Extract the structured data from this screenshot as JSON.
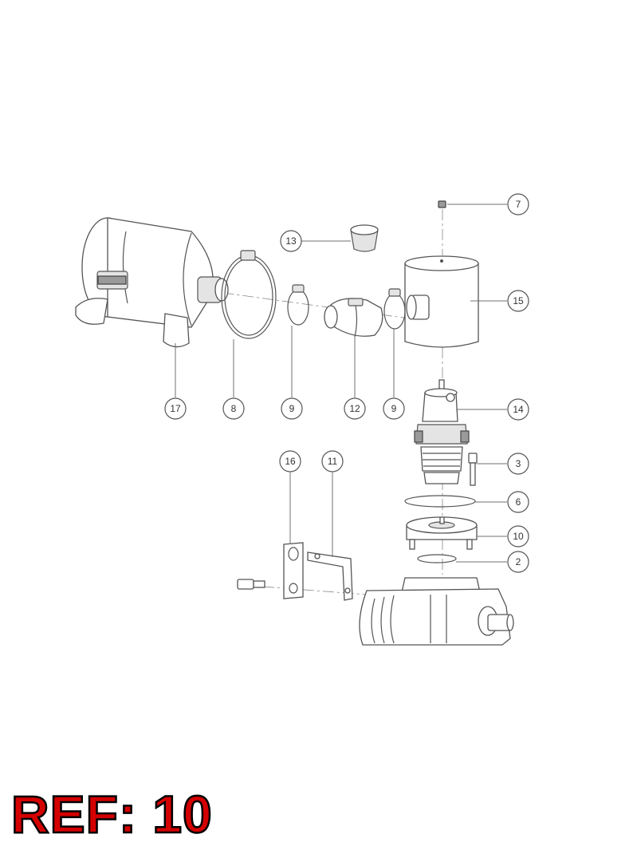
{
  "callouts": [
    {
      "id": "c7",
      "label": "7",
      "part": "cap-nut"
    },
    {
      "id": "c13",
      "label": "13",
      "part": "rubber-cap"
    },
    {
      "id": "c15",
      "label": "15",
      "part": "silencer-body"
    },
    {
      "id": "c17",
      "label": "17",
      "part": "air-filter"
    },
    {
      "id": "c8",
      "label": "8",
      "part": "large-clamp-ring"
    },
    {
      "id": "c9a",
      "label": "9",
      "part": "hose-clamp"
    },
    {
      "id": "c12",
      "label": "12",
      "part": "elbow-hose"
    },
    {
      "id": "c9b",
      "label": "9",
      "part": "hose-clamp"
    },
    {
      "id": "c14",
      "label": "14",
      "part": "unloader-valve"
    },
    {
      "id": "c16",
      "label": "16",
      "part": "flat-bracket"
    },
    {
      "id": "c11",
      "label": "11",
      "part": "angle-bracket"
    },
    {
      "id": "c3",
      "label": "3",
      "part": "cap-screw"
    },
    {
      "id": "c6",
      "label": "6",
      "part": "o-ring"
    },
    {
      "id": "c10",
      "label": "10",
      "part": "adapter-flange"
    },
    {
      "id": "c2",
      "label": "2",
      "part": "flange-o-ring"
    }
  ],
  "ref_label": "REF: 10"
}
